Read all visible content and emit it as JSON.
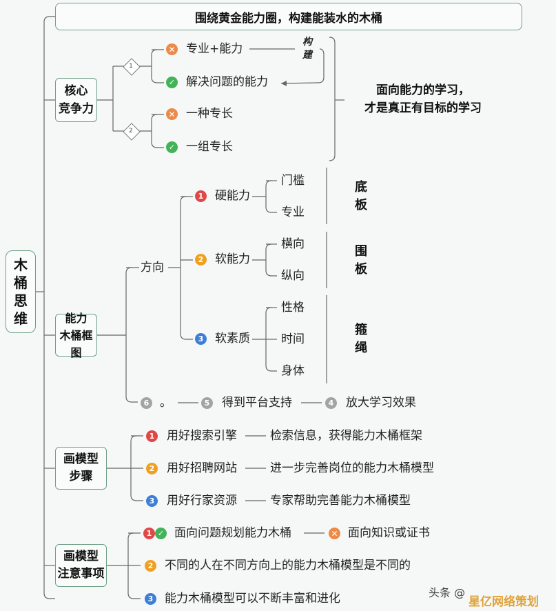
{
  "header": {
    "title": "围绕黄金能力圈，构建能装水的木桶"
  },
  "root": {
    "label": "木\n桶\n思\n维"
  },
  "core": {
    "label": "核心\n竞争力",
    "group_nums": [
      "1",
      "2"
    ],
    "items": [
      {
        "text": "专业+能力",
        "status": "cross"
      },
      {
        "text": "解决问题的能力",
        "status": "check"
      },
      {
        "text": "一种专长",
        "status": "cross"
      },
      {
        "text": "一组专长",
        "status": "check"
      }
    ],
    "build_label": "构\n建",
    "conclusion": "面向能力的学习，\n才是真正有目标的学习"
  },
  "framework": {
    "label": "能力\n木桶框图",
    "direction": "方向",
    "branches": [
      {
        "num": "1",
        "label": "硬能力",
        "children": [
          "门槛",
          "专业"
        ],
        "tag": "底\n板"
      },
      {
        "num": "2",
        "label": "软能力",
        "children": [
          "横向",
          "纵向"
        ],
        "tag": "围\n板"
      },
      {
        "num": "3",
        "label": "软素质",
        "children": [
          "性格",
          "时间",
          "身体"
        ],
        "tag": "箍\n绳"
      }
    ],
    "chain": [
      {
        "num": "6",
        "text": "。"
      },
      {
        "num": "5",
        "text": "得到平台支持"
      },
      {
        "num": "4",
        "text": "放大学习效果"
      }
    ]
  },
  "steps": {
    "label": "画模型\n步骤",
    "items": [
      {
        "num": "1",
        "left": "用好搜索引擎",
        "right": "检索信息，获得能力木桶框架"
      },
      {
        "num": "2",
        "left": "用好招聘网站",
        "right": "进一步完善岗位的能力木桶模型"
      },
      {
        "num": "3",
        "left": "用好行家资源",
        "right": "专家帮助完善能力木桶模型"
      }
    ]
  },
  "notes": {
    "label": "画模型\n注意事项",
    "items": [
      {
        "num": "1",
        "text": "面向问题规划能力木桶",
        "alt": "面向知识或证书"
      },
      {
        "num": "2",
        "text": "不同的人在不同方向上的能力木桶模型是不同的"
      },
      {
        "num": "3",
        "text": "能力木桶模型可以不断丰富和进化"
      }
    ]
  },
  "watermark": {
    "left": "头条 @",
    "right": "星亿网络策划"
  },
  "icons": {
    "cross": "✕",
    "check": "✓",
    "cross_color": "#ec8a4a",
    "check_color": "#43b35a",
    "num1_color": "#e04848",
    "num2_color": "#f0a020",
    "num3_color": "#3d7fd8",
    "gray_color": "#a3a3a3",
    "line_color": "#666666",
    "border_color": "#6f9e86"
  }
}
